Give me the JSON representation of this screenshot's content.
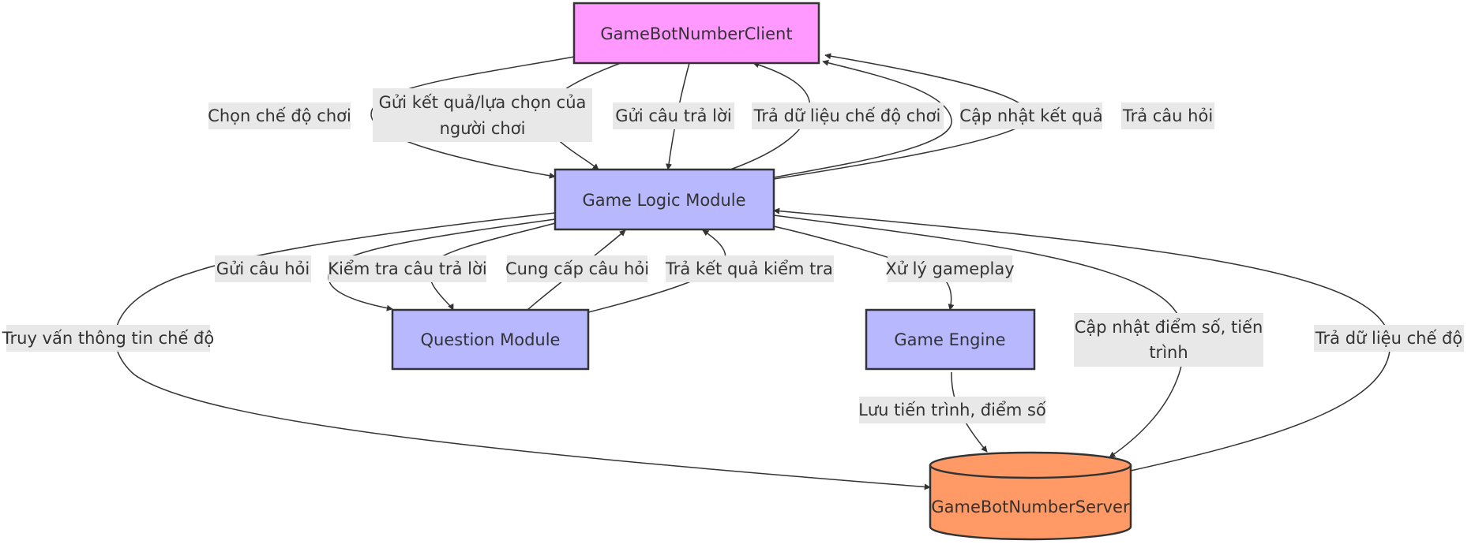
{
  "nodes": {
    "client": {
      "label": "GameBotNumberClient",
      "fill": "#ff99ff"
    },
    "logic": {
      "label": "Game Logic Module",
      "fill": "#b8b8ff"
    },
    "question": {
      "label": "Question Module",
      "fill": "#b8b8ff"
    },
    "engine": {
      "label": "Game Engine",
      "fill": "#b8b8ff"
    },
    "server": {
      "label": "GameBotNumberServer",
      "fill": "#ff9966"
    }
  },
  "edges": {
    "chon_che_do": "Chọn chế độ chơi",
    "gui_ket_qua_1": "Gửi kết quả/lựa chọn của",
    "gui_ket_qua_2": "người chơi",
    "gui_cau_tra_loi": "Gửi câu trả lời",
    "tra_du_lieu_che_do": "Trả dữ liệu chế độ chơi",
    "cap_nhat_ket_qua": "Cập nhật kết quả",
    "tra_cau_hoi": "Trả câu hỏi",
    "gui_cau_hoi": "Gửi câu hỏi",
    "kiem_tra_cau_tra_loi": "Kiểm tra câu trả lời",
    "cung_cap_cau_hoi": "Cung cấp câu hỏi",
    "tra_ket_qua_kiem_tra": "Trả kết quả kiểm tra",
    "xu_ly_gameplay": "Xử lý gameplay",
    "truy_van": "Truy vấn thông tin chế độ",
    "cap_nhat_diem_1": "Cập nhật điểm số, tiến",
    "cap_nhat_diem_2": "trình",
    "tra_du_lieu_che_do_server": "Trả dữ liệu chế độ",
    "luu_tien_trinh": "Lưu tiến trình, điểm số"
  },
  "colors": {
    "edge": "#333333",
    "label_bg": "#e8e8e8",
    "node_stroke": "#333333",
    "text": "#333333"
  }
}
